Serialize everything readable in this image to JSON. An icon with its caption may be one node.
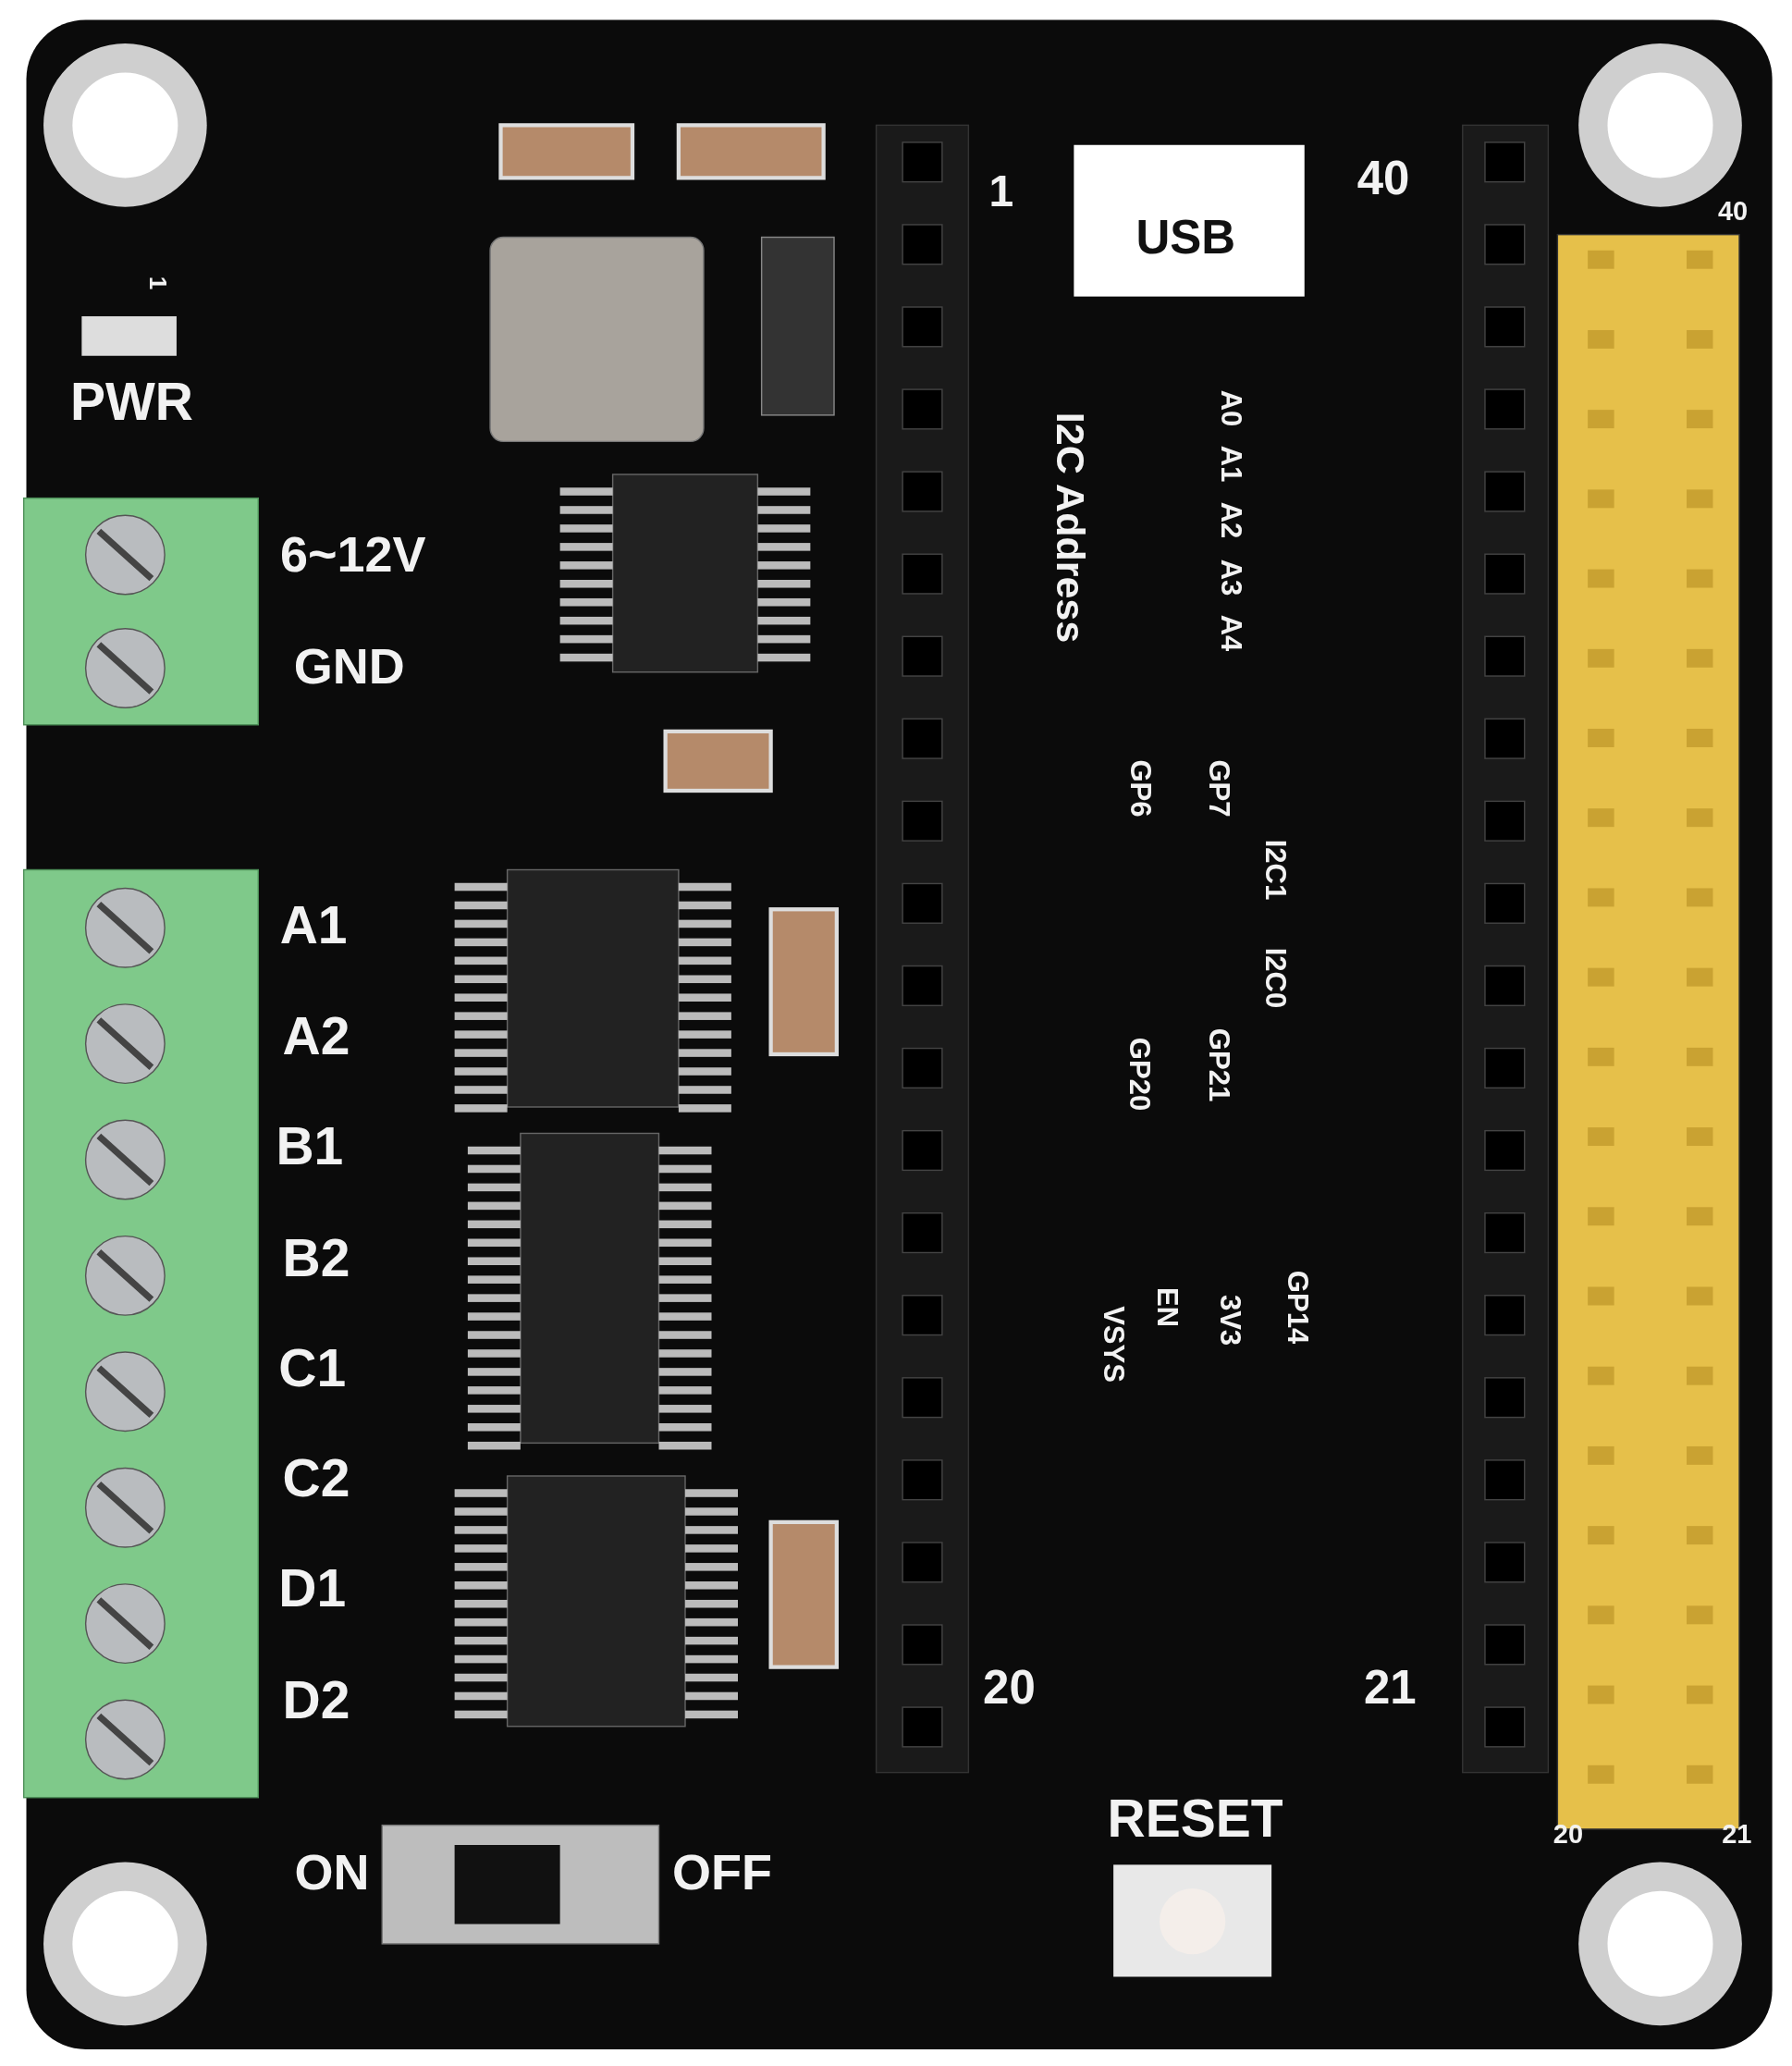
{
  "diagram": {
    "labels": [
      "1",
      "PWR",
      "1",
      "40",
      "USB",
      "40",
      "I2C Address",
      "A0",
      "A1",
      "A2",
      "A3",
      "A4",
      "6~12V",
      "GND",
      "GP6",
      "GP7",
      "I2C1",
      "I2C0",
      "GP20",
      "GP21",
      "A1",
      "A2",
      "B1",
      "B2",
      "VSYS",
      "EN",
      "3V3",
      "GP14",
      "C1",
      "C2",
      "D1",
      "D2",
      "20",
      "21",
      "20",
      "21",
      "RESET",
      "ON",
      "OFF"
    ]
  }
}
